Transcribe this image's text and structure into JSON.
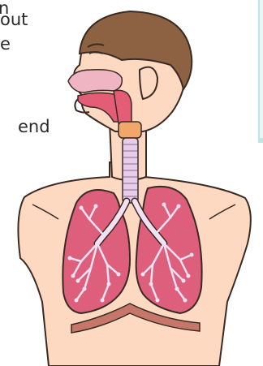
{
  "left_text_fragments": [
    "n",
    "out",
    "e",
    "end"
  ],
  "colors": {
    "skin": "#fcd9c0",
    "skin_outline": "#3a2a24",
    "hair": "#8c6242",
    "lung": "#de5f7c",
    "lung_dark": "#c44564",
    "bronchi": "#f2e1f2",
    "trachea": "#e7cdea",
    "larynx": "#f2a76a",
    "nasal_cavity": "#f0b5c3",
    "diaphragm": "#c7766a",
    "side_panel": "#e6f7f6"
  }
}
